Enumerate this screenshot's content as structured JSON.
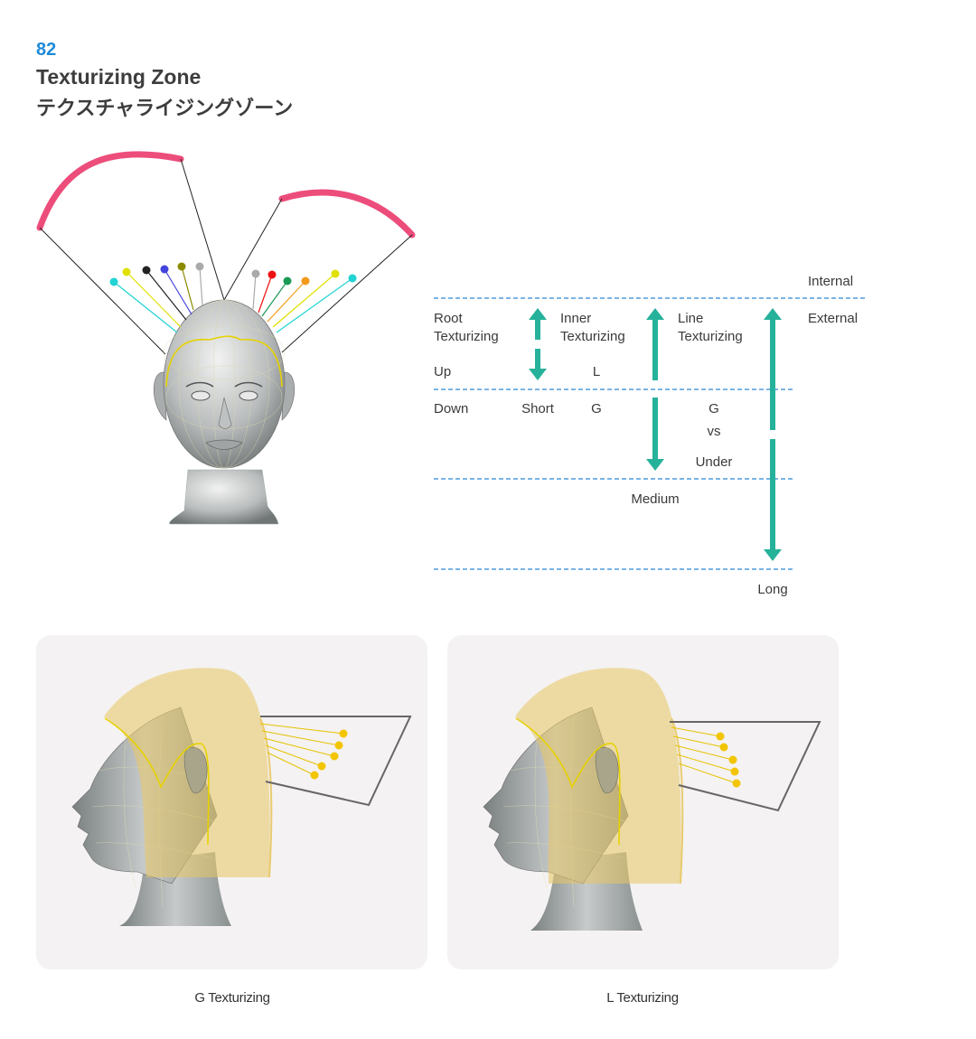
{
  "page_number": "82",
  "title_en": "Texturizing Zone",
  "title_jp": "テクスチャライジングゾーン",
  "diagram": {
    "internal": "Internal",
    "external": "External",
    "root": [
      "Root",
      "Texturizing"
    ],
    "inner": [
      "Inner",
      "Texturizing"
    ],
    "line": [
      "Line",
      "Texturizing"
    ],
    "up": "Up",
    "down": "Down",
    "short": "Short",
    "l": "L",
    "g_inner": "G",
    "g_line": "G",
    "vs": "vs",
    "under": "Under",
    "medium": "Medium",
    "long": "Long"
  },
  "captions": {
    "left": "G Texturizing",
    "right": "L Texturizing"
  },
  "colors": {
    "accent_blue": "#1f8ad8",
    "arrow_teal": "#26b29a",
    "arc_pink": "#ec4d7a",
    "dash_blue": "#2a86d6",
    "zone_yellow": "#e8c762",
    "dot_yellow": "#f2c500"
  }
}
